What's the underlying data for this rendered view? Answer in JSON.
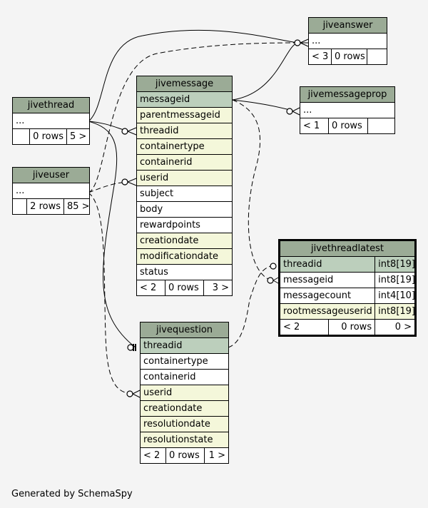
{
  "tables": {
    "jiveanswer": {
      "name": "jiveanswer",
      "rows": [
        "..."
      ],
      "footer": [
        "< 3",
        "0 rows",
        ""
      ]
    },
    "jivemessageprop": {
      "name": "jivemessageprop",
      "rows": [
        "..."
      ],
      "footer": [
        "< 1",
        "0 rows",
        ""
      ]
    },
    "jivethread": {
      "name": "jivethread",
      "rows": [
        "..."
      ],
      "footer": [
        "",
        "0 rows",
        "5 >"
      ]
    },
    "jiveuser": {
      "name": "jiveuser",
      "rows": [
        "..."
      ],
      "footer": [
        "",
        "2 rows",
        "85 >"
      ]
    },
    "jivemessage": {
      "name": "jivemessage",
      "columns": [
        "messageid",
        "parentmessageid",
        "threadid",
        "containertype",
        "containerid",
        "userid",
        "subject",
        "body",
        "rewardpoints",
        "creationdate",
        "modificationdate",
        "status"
      ],
      "footer": [
        "< 2",
        "0 rows",
        "3 >"
      ]
    },
    "jivequestion": {
      "name": "jivequestion",
      "columns": [
        "threadid",
        "containertype",
        "containerid",
        "userid",
        "creationdate",
        "resolutiondate",
        "resolutionstate"
      ],
      "footer": [
        "< 2",
        "0 rows",
        "1 >"
      ]
    },
    "jivethreadlatest": {
      "name": "jivethreadlatest",
      "columns": [
        {
          "name": "threadid",
          "type": "int8[19]"
        },
        {
          "name": "messageid",
          "type": "int8[19]"
        },
        {
          "name": "messagecount",
          "type": "int4[10]"
        },
        {
          "name": "rootmessageuserid",
          "type": "int8[19]"
        }
      ],
      "footer": [
        "< 2",
        "0 rows",
        "0 >"
      ]
    }
  },
  "footer_text": "Generated by SchemaSpy",
  "colors": {
    "header": "#9bab96",
    "primary_key": "#bccfbc",
    "foreign_key": "#f4f7da",
    "background": "#f4f4f4"
  }
}
